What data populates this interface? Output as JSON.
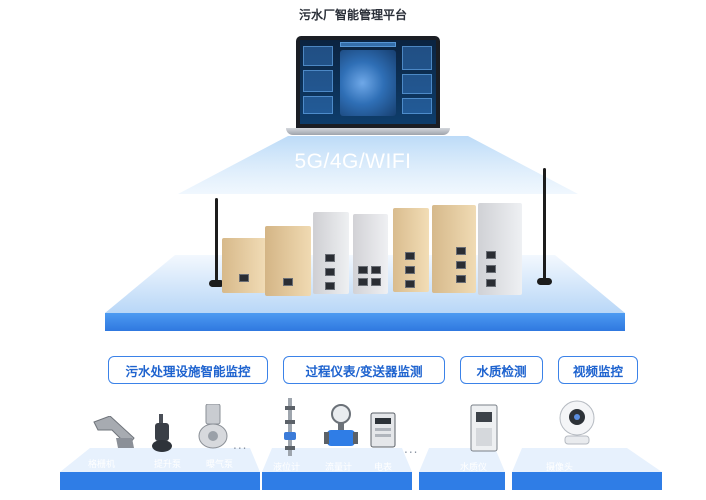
{
  "title": "污水厂智能管理平台",
  "network_label": "5G/4G/WIFI",
  "categories": [
    "污水处理设施智能监控",
    "过程仪表/变送器监测",
    "水质检测",
    "视频监控"
  ],
  "equipment": [
    {
      "label": "格栅机",
      "icon": "grille-machine-icon"
    },
    {
      "label": "提升泵",
      "icon": "lift-pump-icon"
    },
    {
      "label": "曝气泵",
      "icon": "aeration-pump-icon"
    },
    {
      "label": "液位计",
      "icon": "level-gauge-icon"
    },
    {
      "label": "流量计",
      "icon": "flow-meter-icon"
    },
    {
      "label": "电表",
      "icon": "electric-meter-icon"
    },
    {
      "label": "水质仪",
      "icon": "water-quality-analyzer-icon"
    },
    {
      "label": "摄像头",
      "icon": "camera-icon"
    }
  ],
  "ellipsis": "...",
  "colors": {
    "accent": "#1e63cf",
    "platform": "#3d8ef0",
    "beam": "#9cc8f5"
  }
}
